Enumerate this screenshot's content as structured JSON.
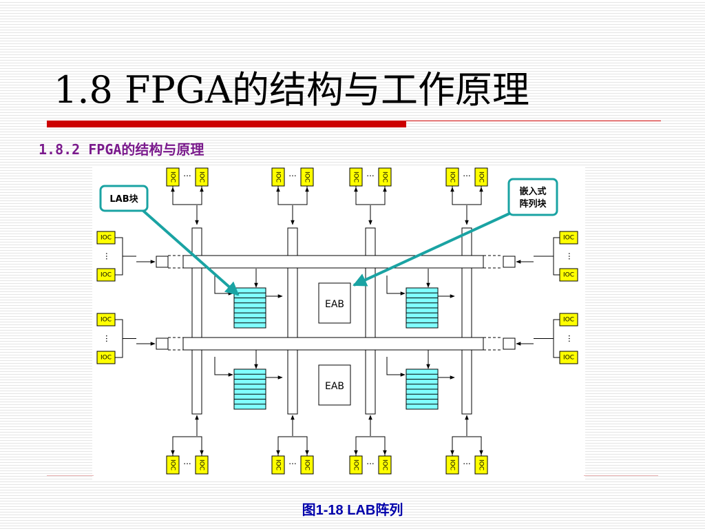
{
  "slide": {
    "title": "1.8  FPGA的结构与工作原理",
    "subtitle": "1.8.2  FPGA的结构与原理",
    "caption": "图1-18  LAB阵列"
  },
  "diagram": {
    "callout_lab": "LAB块",
    "callout_eab_line1": "嵌入式",
    "callout_eab_line2": "阵列块",
    "eab_label": "EAB",
    "ioc_label": "IOC",
    "ellipsis": "···",
    "colors": {
      "ioc_fill": "#ffff00",
      "lab_fill": "#80ffff",
      "callout_stroke": "#1aa3a3",
      "title_underline": "#cc0000",
      "subtitle": "#7a1a8c",
      "caption": "#0000aa"
    }
  }
}
